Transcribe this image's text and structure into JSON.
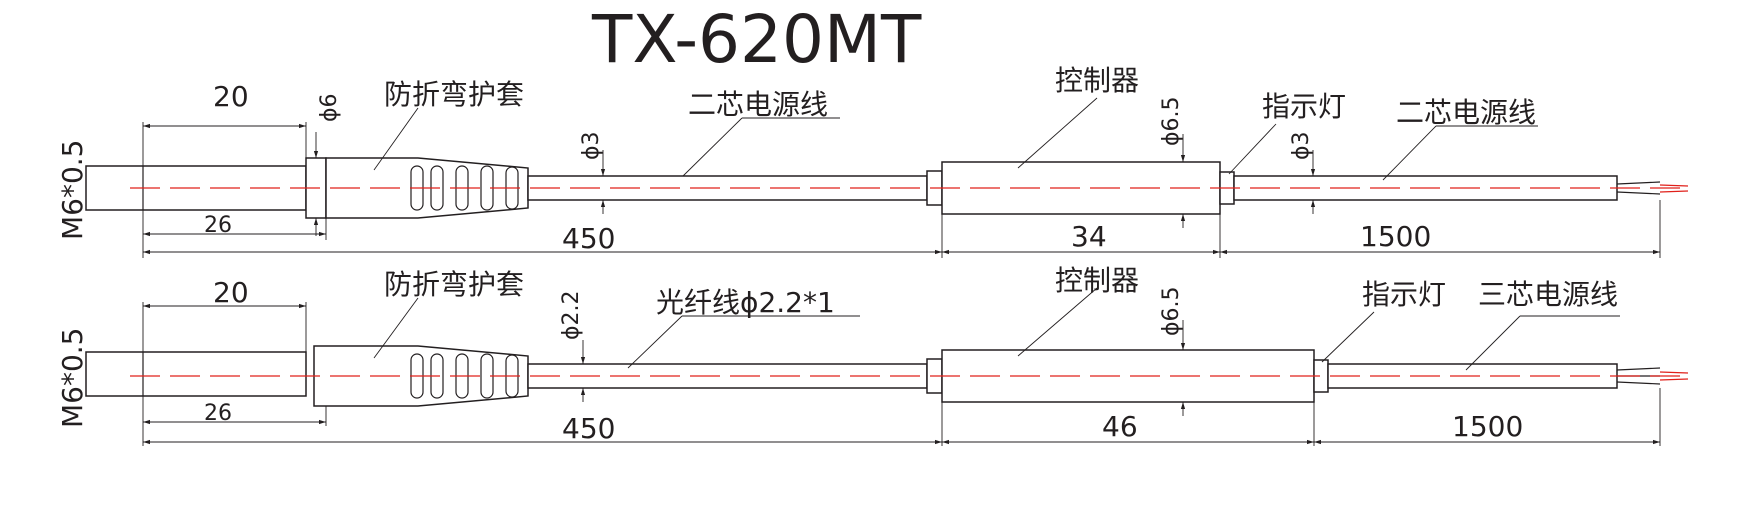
{
  "title": "TX-620MT",
  "top_model": {
    "thread": "M6*0.5",
    "dim_20": "20",
    "dim_26": "26",
    "dim_phi6": "ϕ6",
    "boot_label": "防折弯护套",
    "dim_phi3_left": "ϕ3",
    "cable_left_label": "二芯电源线",
    "dim_450": "450",
    "controller_label": "控制器",
    "dim_phi6_5": "ϕ6.5",
    "dim_34": "34",
    "indicator_label": "指示灯",
    "dim_phi3_right": "ϕ3",
    "cable_right_label": "二芯电源线",
    "dim_1500": "1500"
  },
  "bottom_model": {
    "thread": "M6*0.5",
    "dim_20": "20",
    "dim_26": "26",
    "boot_label": "防折弯护套",
    "dim_phi2_2": "ϕ2.2",
    "fiber_label": "光纤线ϕ2.2*1",
    "dim_450": "450",
    "controller_label": "控制器",
    "dim_phi6_5": "ϕ6.5",
    "dim_46": "46",
    "indicator_label": "指示灯",
    "cable_right_label": "三芯电源线",
    "dim_1500": "1500"
  },
  "colors": {
    "line": "#231f20",
    "axis": "#e0201a",
    "background": "#ffffff"
  }
}
